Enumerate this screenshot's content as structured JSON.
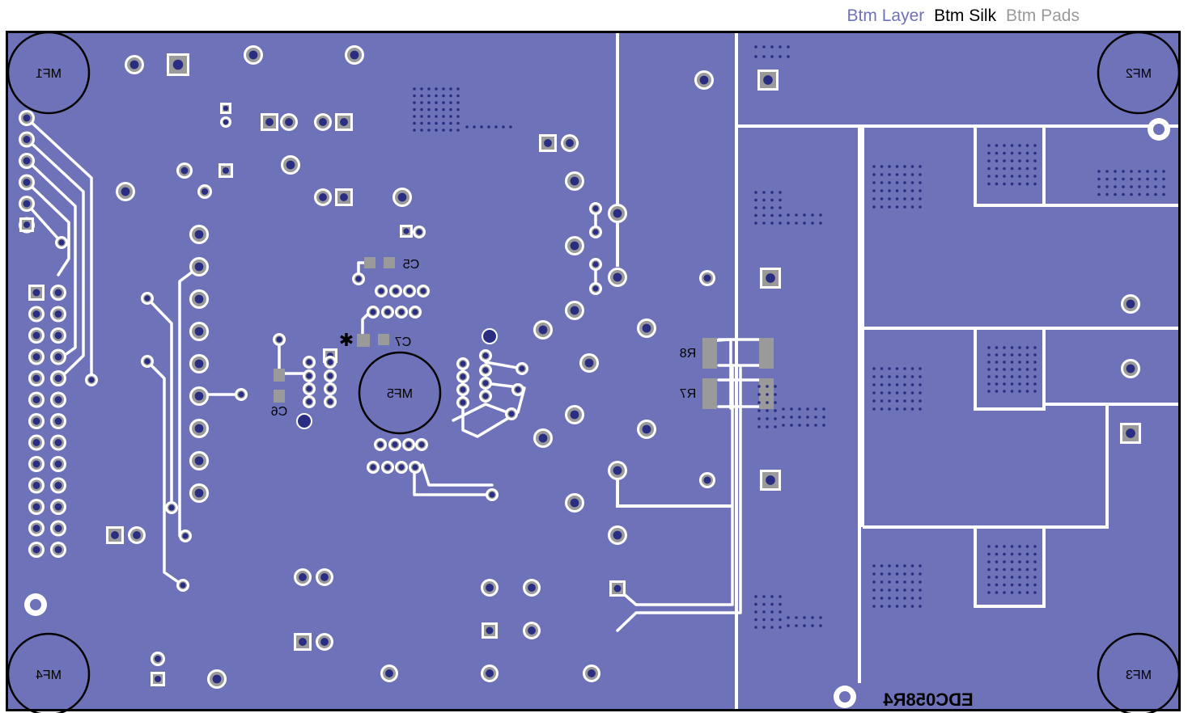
{
  "legend": {
    "layer": {
      "label": "Btm Layer",
      "color": "#6e72b8"
    },
    "silk": {
      "label": "Btm Silk",
      "color": "#000000"
    },
    "pads": {
      "label": "Btm Pads",
      "color": "#9a9a9a"
    }
  },
  "colors": {
    "copper": "#6e72b8",
    "background": "#ffffff",
    "pad": "#9a9a9a",
    "drill": "#2a2e82",
    "silk": "#000000"
  },
  "mounting_holes": [
    "MF1",
    "MF2",
    "MF3",
    "MF4",
    "MF5"
  ],
  "designators": {
    "c5": "C5",
    "c6": "C6",
    "c7": "C7",
    "r7": "R7",
    "r8": "R8"
  },
  "board_id": "EDC058R4"
}
